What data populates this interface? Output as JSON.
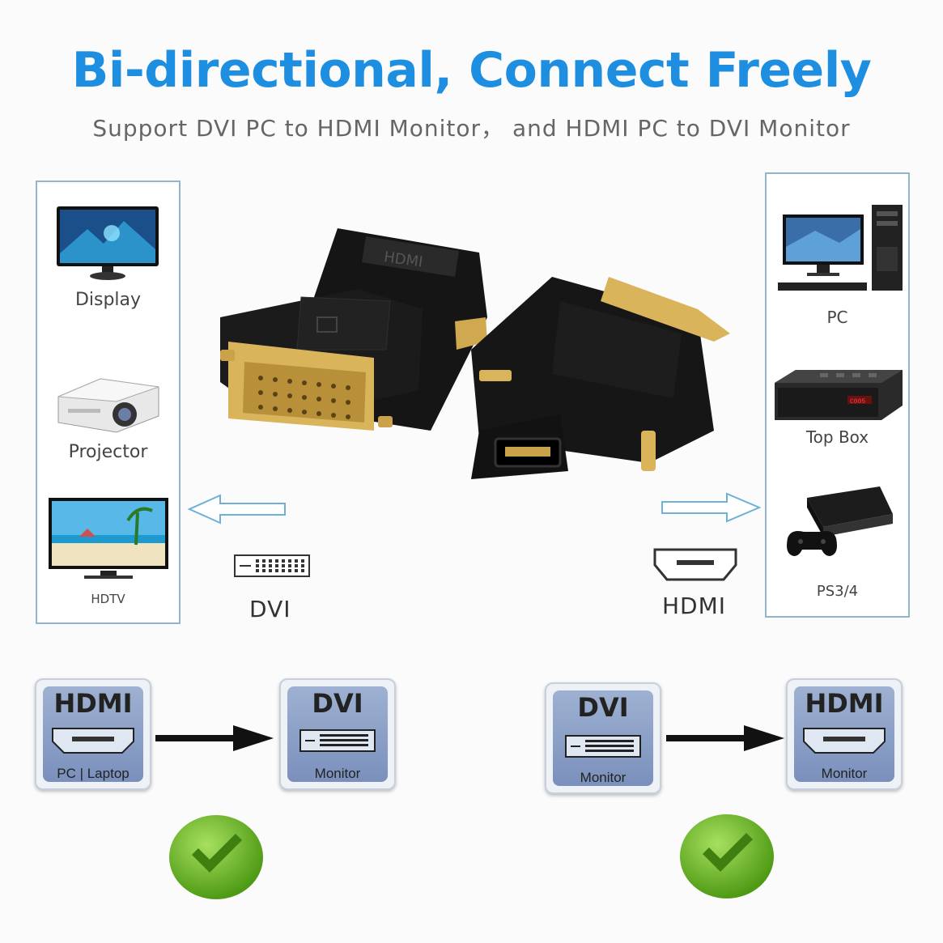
{
  "header": {
    "title": "Bi-directional,   Connect Freely",
    "subtitle": "Support DVI PC to HDMI Monitor，  and HDMI PC to DVI Monitor"
  },
  "left_panel": {
    "devices": [
      {
        "label": "Display",
        "icon": "display-icon"
      },
      {
        "label": "Projector",
        "icon": "projector-icon"
      },
      {
        "label": "HDTV",
        "icon": "hdtv-icon"
      }
    ]
  },
  "right_panel": {
    "devices": [
      {
        "label": "PC",
        "icon": "pc-icon"
      },
      {
        "label": "Top Box",
        "icon": "set-top-box-icon"
      },
      {
        "label": "PS3/4",
        "icon": "game-console-icon"
      }
    ]
  },
  "ports": {
    "dvi_label": "DVI",
    "hdmi_label": "HDMI"
  },
  "diagrams": {
    "left": {
      "source": {
        "head": "HDMI",
        "foot": "PC | Laptop"
      },
      "target": {
        "head": "DVI",
        "foot": "Monitor"
      }
    },
    "right": {
      "source": {
        "head": "DVI",
        "foot": "Monitor"
      },
      "target": {
        "head": "HDMI",
        "foot": "Monitor"
      }
    }
  },
  "colors": {
    "title_blue": "#1e8ee0",
    "panel_border": "#8fb7c9",
    "check_green": "#5fa81f",
    "arrow_blue": "#6fb0d6",
    "gold": "#d9b45a"
  }
}
